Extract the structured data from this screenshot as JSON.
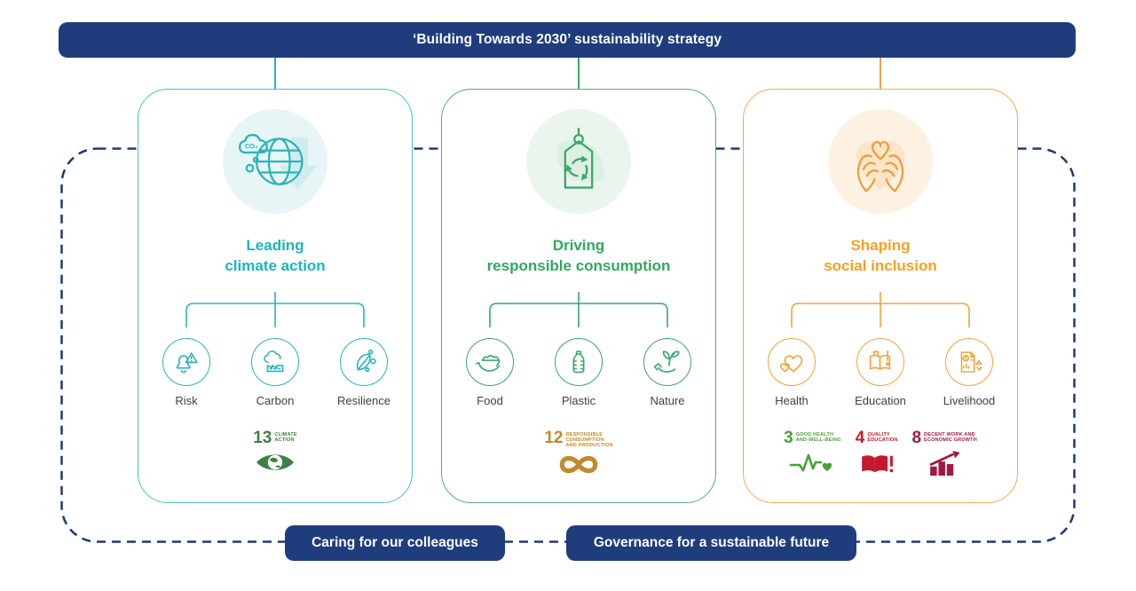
{
  "header": {
    "title": "‘Building Towards 2030’ sustainability strategy"
  },
  "pillars": [
    {
      "id": "climate-action",
      "title_line1": "Leading",
      "title_line2": "climate action",
      "accent_color": "#2AB5B6",
      "icon": "globe-co2-cloud",
      "items": [
        {
          "label": "Risk",
          "icon": "alert-bell-warning"
        },
        {
          "label": "Carbon",
          "icon": "factory-emissions"
        },
        {
          "label": "Resilience",
          "icon": "adaptive-leaf"
        }
      ],
      "sdgs": [
        {
          "number": "13",
          "label_lines": [
            "CLIMATE",
            "ACTION"
          ],
          "color": "#3F7E44",
          "icon": "sdg-13-eye-globe"
        }
      ]
    },
    {
      "id": "responsible-consumption",
      "title_line1": "Driving",
      "title_line2": "responsible consumption",
      "accent_color": "#3AA768",
      "icon": "recycle-tag-leaf",
      "items": [
        {
          "label": "Food",
          "icon": "food-bowl-hand"
        },
        {
          "label": "Plastic",
          "icon": "plastic-bottle"
        },
        {
          "label": "Nature",
          "icon": "seedling-hand"
        }
      ],
      "sdgs": [
        {
          "number": "12",
          "label_lines": [
            "RESPONSIBLE",
            "CONSUMPTION",
            "AND PRODUCTION"
          ],
          "color": "#BF8B2E",
          "icon": "sdg-12-infinity-loop"
        }
      ]
    },
    {
      "id": "social-inclusion",
      "title_line1": "Shaping",
      "title_line2": "social inclusion",
      "accent_color": "#F2A33C",
      "icon": "hands-holding-heart",
      "items": [
        {
          "label": "Health",
          "icon": "double-hearts"
        },
        {
          "label": "Education",
          "icon": "open-book-pencil"
        },
        {
          "label": "Livelihood",
          "icon": "income-statement"
        }
      ],
      "sdgs": [
        {
          "number": "3",
          "label_lines": [
            "GOOD HEALTH",
            "AND WELL-BEING"
          ],
          "color": "#4C9F38",
          "icon": "sdg-3-pulse-heart"
        },
        {
          "number": "4",
          "label_lines": [
            "QUALITY",
            "EDUCATION"
          ],
          "color": "#C5192D",
          "icon": "sdg-4-book-pencil"
        },
        {
          "number": "8",
          "label_lines": [
            "DECENT WORK AND",
            "ECONOMIC GROWTH"
          ],
          "color": "#A21942",
          "icon": "sdg-8-growth-bars"
        }
      ]
    }
  ],
  "footer": {
    "pills": [
      {
        "label": "Caring for our colleagues"
      },
      {
        "label": "Governance for a sustainable future"
      }
    ]
  },
  "colors": {
    "navy": "#1F3D7C",
    "dashed_border": "#1E3A70",
    "teal_accent": "#2AB5B6",
    "green_accent": "#3AA768",
    "orange_accent": "#F2A33C"
  }
}
